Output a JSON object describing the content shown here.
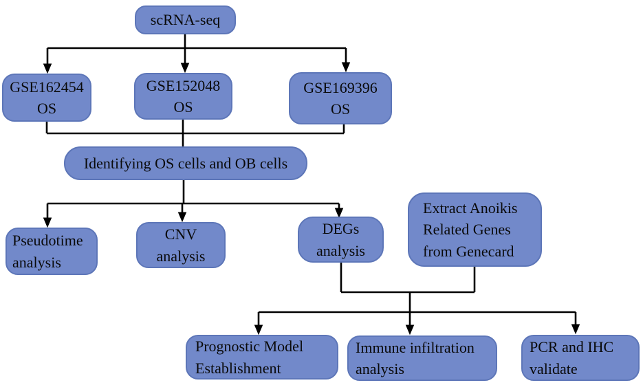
{
  "figure": {
    "description": "scRNA-seq osteosarcoma analysis workflow flowchart",
    "colors": {
      "background": "#ffffff",
      "node_fill": "#7289CA",
      "node_border": "#5D76B8",
      "text": "#0a0a0a",
      "line": "#000000"
    },
    "nodes": [
      {
        "id": "scrna-seq",
        "label": "scRNA-seq"
      },
      {
        "id": "gse162454",
        "label": "GSE162454\nOS"
      },
      {
        "id": "gse152048",
        "label": "GSE152048\nOS"
      },
      {
        "id": "gse169396",
        "label": "GSE169396\nOS"
      },
      {
        "id": "identifying",
        "label": "Identifying OS cells and OB cells"
      },
      {
        "id": "pseudotime",
        "label": "Pseudotime\nanalysis"
      },
      {
        "id": "cnv",
        "label": "CNV\nanalysis"
      },
      {
        "id": "degs",
        "label": "DEGs\nanalysis"
      },
      {
        "id": "extract",
        "label": "Extract Anoikis\nRelated Genes\nfrom Genecard"
      },
      {
        "id": "prognostic",
        "label": "Prognostic Model\nEstablishment"
      },
      {
        "id": "immune",
        "label": "Immune infiltration\nanalysis"
      },
      {
        "id": "pcr",
        "label": "PCR and IHC\nvalidate"
      }
    ],
    "edges": [
      "scRNA-seq -> GSE162454 OS",
      "scRNA-seq -> GSE152048 OS",
      "scRNA-seq -> GSE169396 OS",
      "GSE162454 OS + GSE152048 OS + GSE169396 OS -> Identifying OS cells and OB cells",
      "Identifying OS cells and OB cells -> Pseudotime analysis",
      "Identifying OS cells and OB cells -> CNV analysis",
      "Identifying OS cells and OB cells -> DEGs analysis",
      "DEGs analysis + Extract Anoikis Related Genes from Genecard -> Prognostic Model Establishment",
      "DEGs analysis + Extract Anoikis Related Genes from Genecard -> Immune infiltration analysis",
      "DEGs analysis + Extract Anoikis Related Genes from Genecard -> PCR and IHC validate"
    ]
  }
}
